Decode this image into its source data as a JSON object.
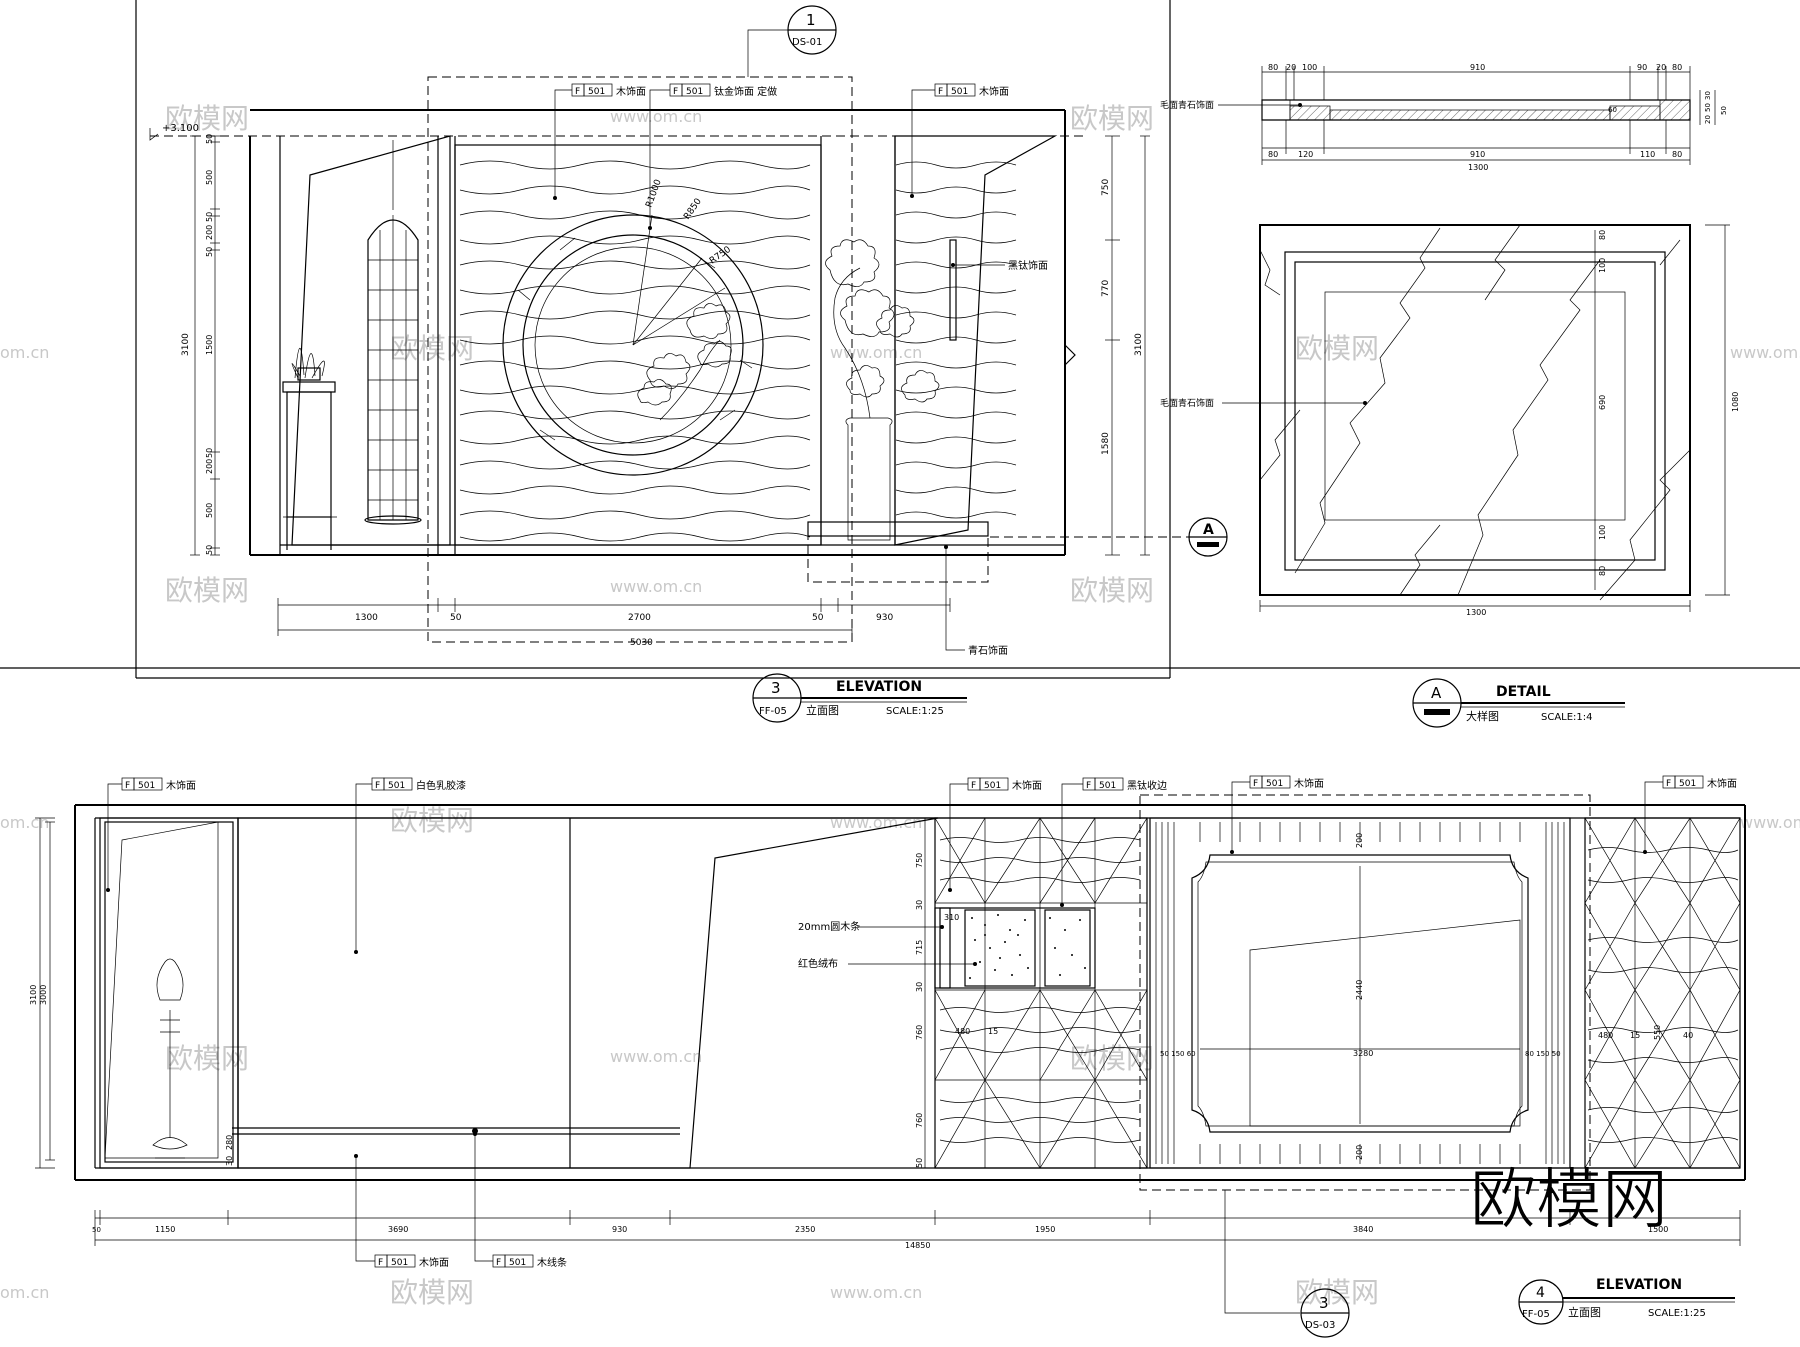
{
  "watermark": {
    "brand": "欧模网",
    "url": "www.om.cn",
    "url_short": "om.cn",
    "big_logo": "欧模网"
  },
  "elev3": {
    "section_mark": {
      "num": "3",
      "sheet": "FF-05"
    },
    "title": "ELEVATION",
    "subtitle": "立面图",
    "scale": "SCALE:1:25",
    "level": "+3.100",
    "callout": {
      "num": "1",
      "sheet": "DS-01"
    },
    "labels": {
      "wood_left": "木饰面",
      "titan": "钛金饰面 定做",
      "wood_right": "木饰面",
      "black_titan": "黑钛饰面",
      "bluestone": "青石饰面",
      "code": "501",
      "code_prefix": "F"
    },
    "radii": {
      "r1": "R1000",
      "r2": "R850",
      "r3": "R750"
    },
    "left_dims": [
      "50",
      "500",
      "50",
      "200",
      "50",
      "1500",
      "50",
      "200",
      "500",
      "50"
    ],
    "left_total": "3100",
    "right_dims": [
      "750",
      "770",
      "1580"
    ],
    "right_total": "3100",
    "bottom_dims": [
      "1300",
      "50",
      "2700",
      "50",
      "930"
    ],
    "bottom_total": "5030"
  },
  "detailA": {
    "mark": "A",
    "title": "DETAIL",
    "subtitle": "大样图",
    "scale": "SCALE:1:4",
    "top_dims": [
      "80",
      "20",
      "100",
      "910",
      "90",
      "20",
      "80"
    ],
    "bot_dims": [
      "80",
      "120",
      "910",
      "110",
      "80"
    ],
    "bot_total": "1300",
    "side_dims": [
      "30",
      "50",
      "20"
    ],
    "side_total": "50",
    "section_label": "毛面青石饰面",
    "face_label": "毛面青石饰面",
    "inner_dims": [
      "100",
      "690",
      "100"
    ],
    "small_dim": "80",
    "height": "1080",
    "width": "1300",
    "inner_v": "60"
  },
  "elev4": {
    "section_mark": {
      "num": "4",
      "sheet": "FF-05"
    },
    "title": "ELEVATION",
    "subtitle": "立面图",
    "scale": "SCALE:1:25",
    "callout": {
      "num": "3",
      "sheet": "DS-03"
    },
    "labels": {
      "wood1": "木饰面",
      "latex": "白色乳胶漆",
      "wood2": "木饰面",
      "black_edge": "黑钛收边",
      "wood3": "木饰面",
      "wood4": "木饰面",
      "wood_bottom": "木饰面",
      "wood_strip": "木线条",
      "strip20": "20mm圆木条",
      "red_cloth": "红色绒布",
      "code": "501",
      "code_prefix": "F"
    },
    "left_dims": [
      "3100",
      "3000"
    ],
    "cabinet_dims": [
      "750",
      "30",
      "715",
      "30",
      "760",
      "760",
      "50"
    ],
    "inner_dims": {
      "w310": "310",
      "w480a": "480",
      "w15a": "15",
      "w480b": "480",
      "w15b": "15",
      "h550": "550",
      "w40": "40"
    },
    "frame_dims": {
      "top": "200",
      "h2440": "2440",
      "bottom": "200",
      "w3280": "3280",
      "l_small": "50 150 60",
      "r_small": "80 150 50"
    },
    "floor_dims": [
      "280",
      "30"
    ],
    "bottom_dims": [
      "50",
      "1150",
      "3690",
      "930",
      "2350",
      "1950",
      "3840",
      "1500"
    ],
    "bottom_total": "14850"
  }
}
